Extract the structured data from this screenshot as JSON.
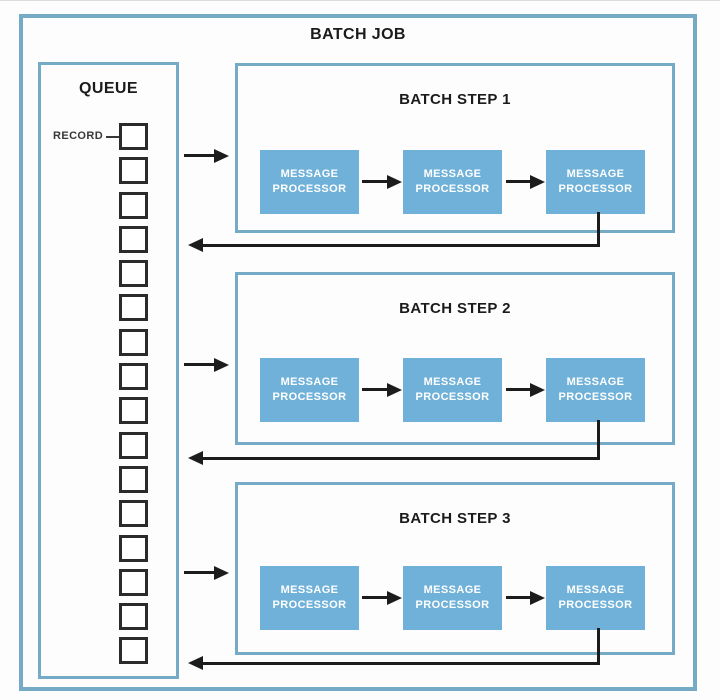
{
  "colors": {
    "border_blue": "#76abc8",
    "processor_fill": "#6fb1d8",
    "processor_text": "#ffffff",
    "arrow_black": "#1c1c1c",
    "square_border": "#2b2b2b",
    "text_black": "#1b1b1b",
    "background": "#fdfdfd"
  },
  "diagram": {
    "title": "BATCH JOB",
    "queue": {
      "title": "QUEUE",
      "record_label": "RECORD",
      "record_count": 16
    },
    "steps": [
      {
        "title": "BATCH STEP 1",
        "processors": [
          "MESSAGE PROCESSOR",
          "MESSAGE PROCESSOR",
          "MESSAGE PROCESSOR"
        ]
      },
      {
        "title": "BATCH STEP 2",
        "processors": [
          "MESSAGE PROCESSOR",
          "MESSAGE PROCESSOR",
          "MESSAGE PROCESSOR"
        ]
      },
      {
        "title": "BATCH STEP 3",
        "processors": [
          "MESSAGE PROCESSOR",
          "MESSAGE PROCESSOR",
          "MESSAGE PROCESSOR"
        ]
      }
    ]
  }
}
